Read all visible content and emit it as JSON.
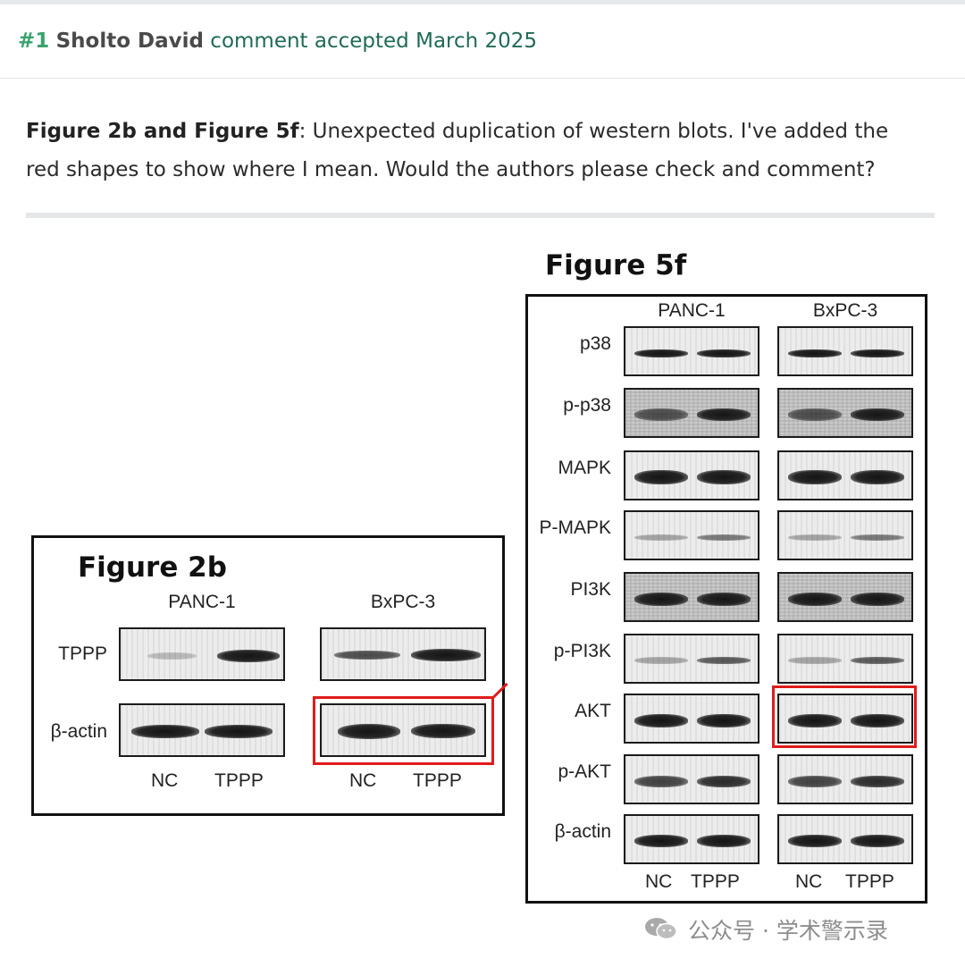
{
  "comment": {
    "number": "#1",
    "author": "Sholto David",
    "status": "comment accepted March 2025",
    "lead": "Figure 2b and Figure 5f",
    "text": ": Unexpected duplication of western blots. I've added the red shapes to show where I mean. Would the authors please check and comment?"
  },
  "figure_2b": {
    "title": "Figure 2b",
    "groups": [
      "PANC-1",
      "BxPC-3"
    ],
    "rows": [
      "TPPP",
      "β-actin"
    ],
    "lanes": [
      "NC",
      "TPPP",
      "NC",
      "TPPP"
    ]
  },
  "figure_5f": {
    "title": "Figure 5f",
    "groups": [
      "PANC-1",
      "BxPC-3"
    ],
    "rows": [
      "p38",
      "p-p38",
      "MAPK",
      "P-MAPK",
      "PI3K",
      "p-PI3K",
      "AKT",
      "p-AKT",
      "β-actin"
    ],
    "lanes": [
      "NC",
      "TPPP",
      "NC",
      "TPPP"
    ]
  },
  "annotation_color": "#e01b1b",
  "watermark": "公众号 · 学术警示录"
}
